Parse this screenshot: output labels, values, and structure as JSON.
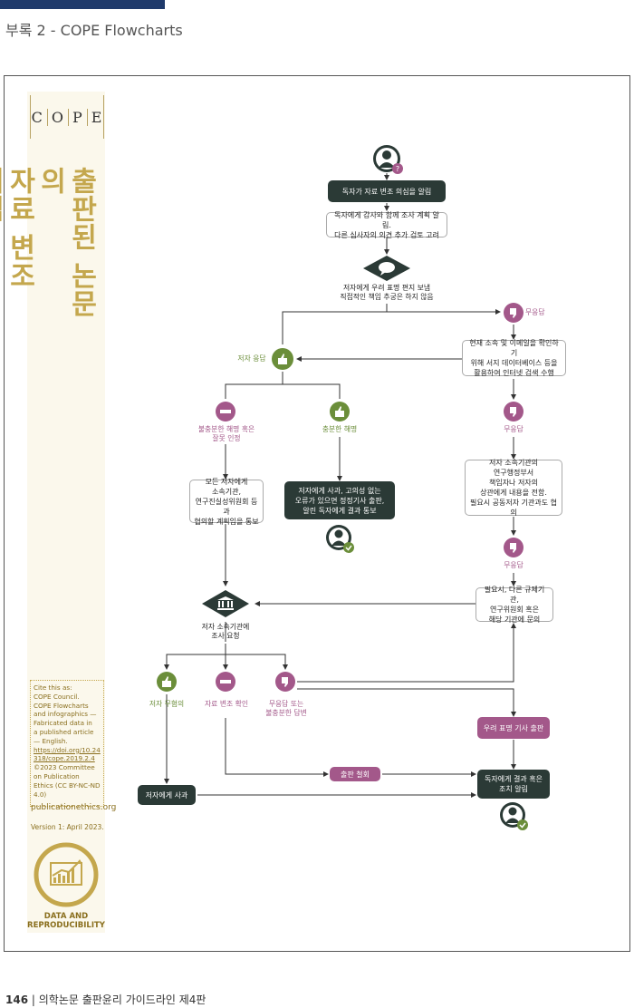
{
  "header": {
    "title": "부록 2 - COPE Flowcharts"
  },
  "sidebar": {
    "logo_letters": [
      "C",
      "O",
      "P",
      "E"
    ],
    "title_line1": "출판된 논문의",
    "title_line2": "자료 변조 의심",
    "cite_lines": [
      "Cite this as:",
      "COPE Council.",
      "COPE Flowcharts",
      "and infographics —",
      "Fabricated data in",
      "a published article",
      "— English."
    ],
    "cite_link": "https://doi.org/10.24318/cope.2019.2.4",
    "copyright": "©2023 Committee on Publication Ethics (CC BY-NC-ND 4.0)",
    "site": "publicationethics.org",
    "version": "Version 1: April 2023.",
    "badge_text": "DATA AND REPRODUCIBILITY"
  },
  "flow": {
    "start": "독자가 자료 변조 의심을 알림",
    "step1": "독자에게 감사와 함께 조사 계획 알림.\n다른 심사자의 의견 추가 검토 고려",
    "concern_letter": "저자에게 우려 표명 편지 보냄\n직접적인 책임 추궁은 하지 않음",
    "no_response_1": "무응답",
    "author_response": "저자 응답",
    "search": "현재 소속 및 이메일을 확인하기\n위해 서지 데이터베이스 등을\n활용하여 인터넷 검색 수행",
    "insufficient": "불충분한 해명 혹은\n잘못 인정",
    "sufficient": "충분한 해명",
    "no_response_2": "무응답",
    "notify_all": "모든 저자에게\n소속기관,\n연구진실성위원회 등과\n협의할 계획임을 통보",
    "apologize_correct": "저자에게 사과, 고의성 없는\n오류가 있으면 정정기사 출판,\n알린 독자에게 결과 통보",
    "contact_inst": "저자 소속기관의\n연구행정부서\n책임자나 저자의\n상관에게 내용을 전함.\n필요시 공동저자 기관과도 협의",
    "no_response_3": "무응답",
    "regulators": "필요시, 다른 규제기관,\n연구위원회 혹은\n해당 기관에 문의",
    "inst_request": "저자 소속기관에\n조사 요청",
    "innocent": "저자 무혐의",
    "confirmed": "자료 변조 확인",
    "no_or_insufficient": "무응답 또는\n불충분한 답변",
    "expression_concern": "우려 표명 기사 출판",
    "retraction": "출판 철회",
    "apology": "저자에게 사과",
    "inform_result": "독자에게 결과 혹은\n조치 알림"
  },
  "footer": {
    "page_number": "146",
    "book_title": "| 의학논문 출판윤리 가이드라인 제4판"
  },
  "colors": {
    "dark": "#2b3a36",
    "purple": "#a3588a",
    "green": "#6b8e3a",
    "gold": "#c4a74d"
  }
}
